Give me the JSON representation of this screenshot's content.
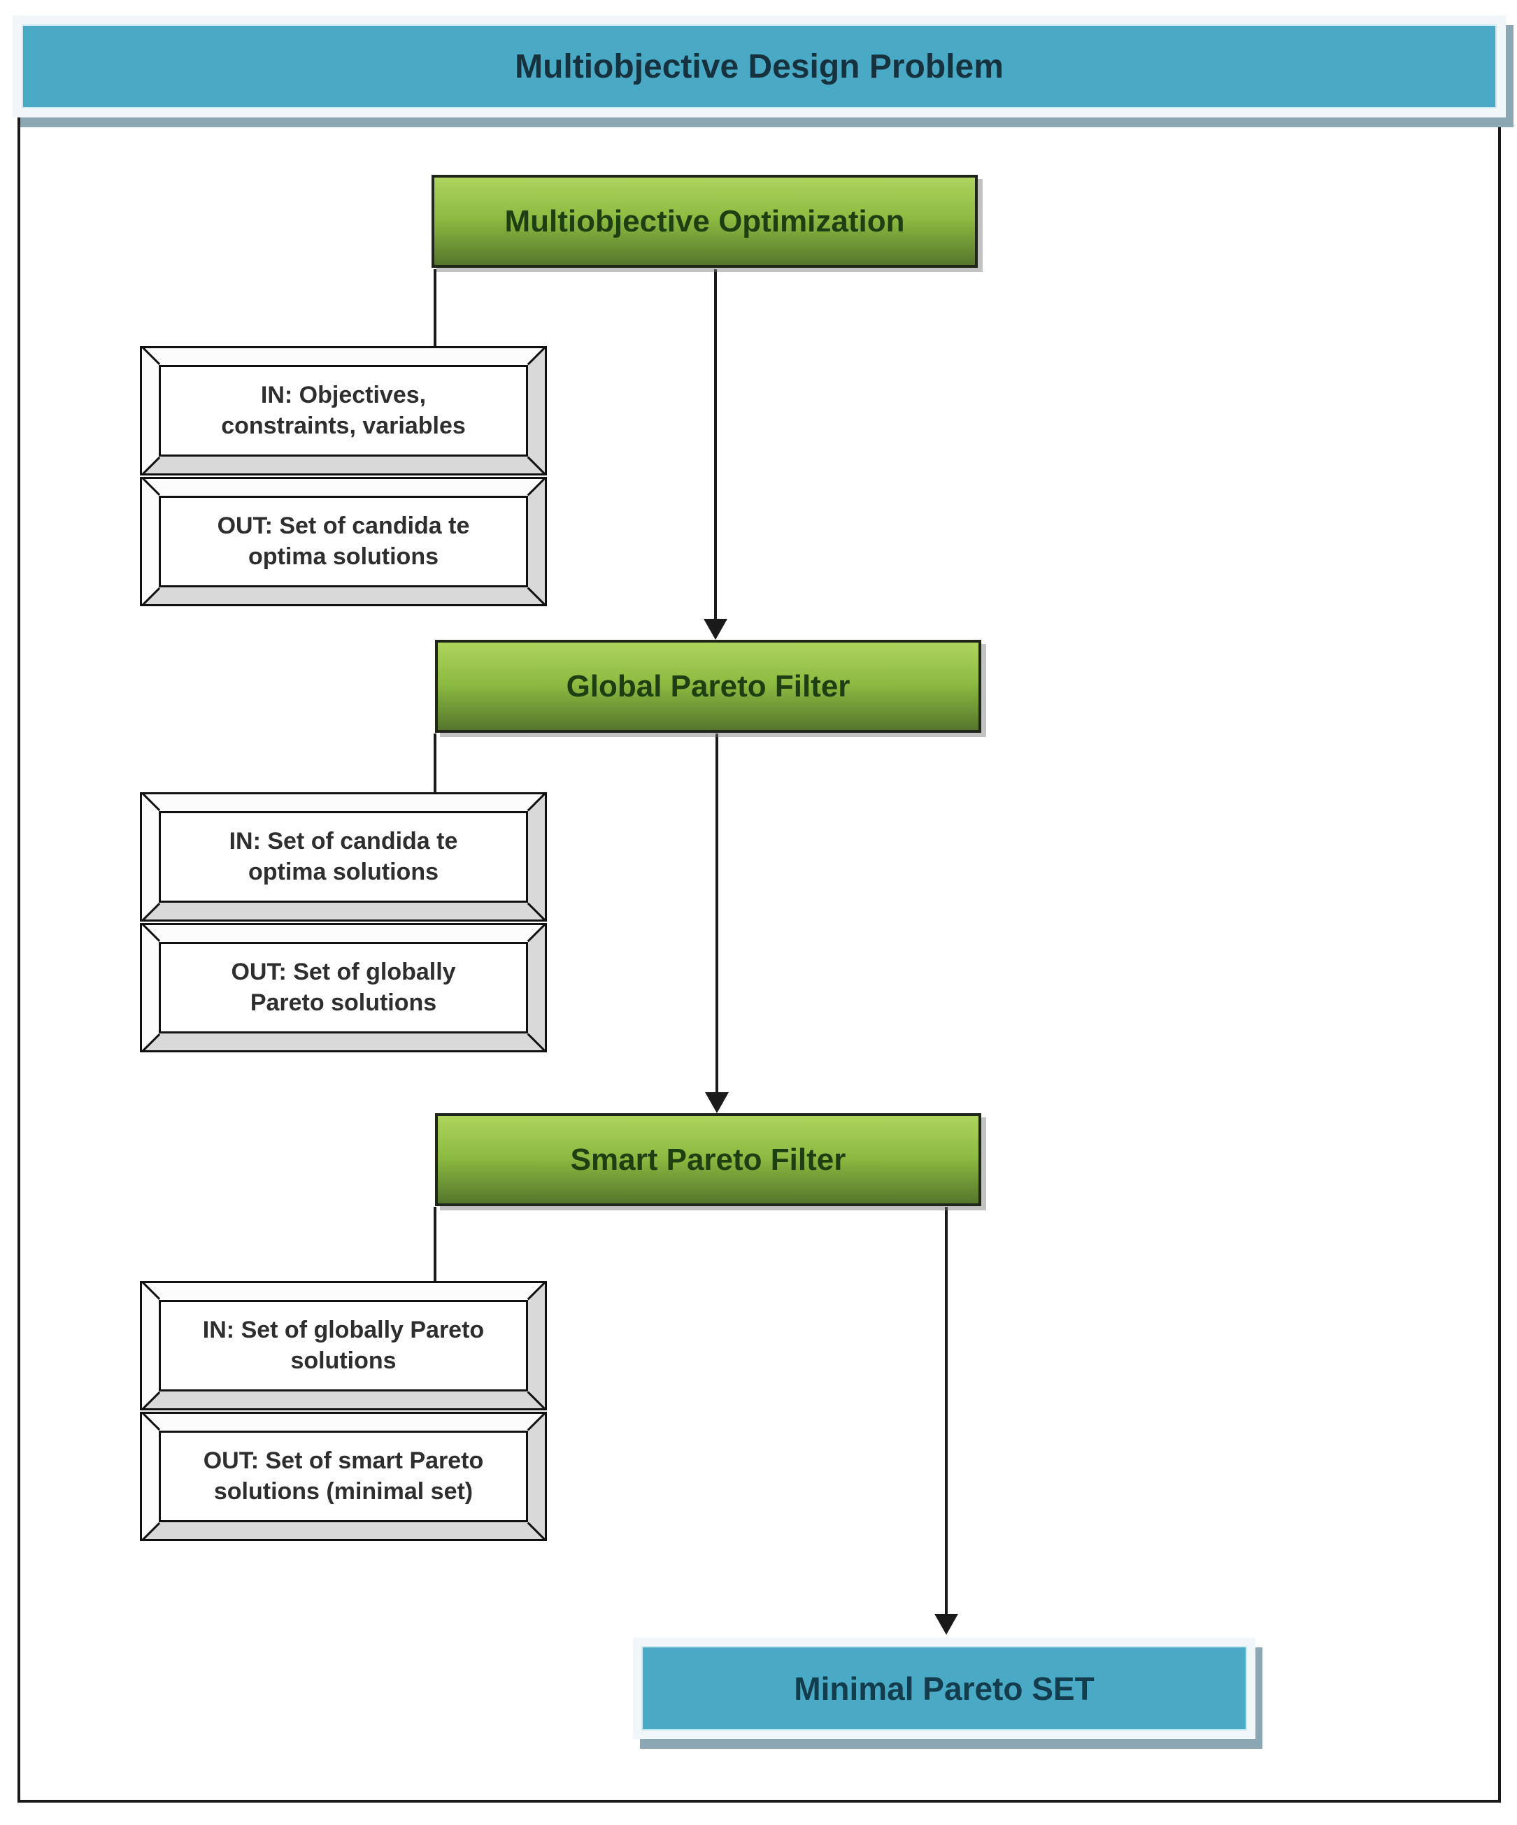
{
  "title_banner": {
    "label": "Multiobjective Design Problem"
  },
  "process_nodes": {
    "optimization": {
      "label": "Multiobjective Optimization"
    },
    "global_pareto_filter": {
      "label": "Global Pareto Filter"
    },
    "smart_pareto_filter": {
      "label": "Smart Pareto Filter"
    }
  },
  "io_boxes": [
    {
      "in_label": "IN: Objectives, constraints, variables",
      "out_label": "OUT: Set of candida te optima solutions"
    },
    {
      "in_label": "IN: Set of candida te optima solutions",
      "out_label": "OUT: Set of globally Pareto solutions"
    },
    {
      "in_label": "IN: Set of globally Pareto solutions",
      "out_label": "OUT: Set of smart Pareto solutions (minimal set)"
    }
  ],
  "result_node": {
    "label": "Minimal Pareto SET"
  },
  "colors": {
    "banner_fill": "#4aa9c4",
    "banner_frame": "#f1f6f9",
    "banner_shadow": "#8ba7b4",
    "process_fill_top": "#aed45c",
    "process_fill_bottom": "#55762c",
    "process_text": "#1d4012",
    "io_bevel_light": "#fcfcfc",
    "io_bevel_dark": "#d9d9d9",
    "connector_line": "#1a1a1a"
  }
}
